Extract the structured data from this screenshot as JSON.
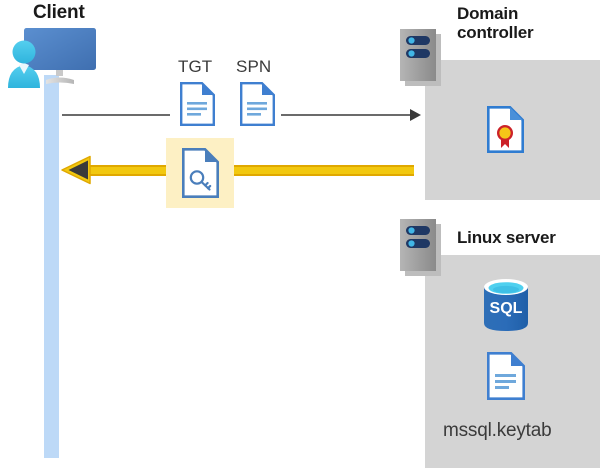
{
  "diagram": {
    "title": "Kerberos authentication flow: client, domain controller, Linux server",
    "background": "#ffffff"
  },
  "colors": {
    "panel_gray": "#d4d4d4",
    "lifeline_blue": "#bdd9f7",
    "highlight_yellow": "#fdf0c4",
    "arrow_yellow": "#f2c80f",
    "arrow_yellow_edge": "#e0a800",
    "arrow_gray": "#6b6b6b",
    "doc_blue": "#3f7fd0",
    "server_gray": "#9e9e9e",
    "server_dark_blue": "#1f3864",
    "server_light_blue": "#41b6e6",
    "sql_blue": "#2b6cb8",
    "person_cyan": "#3fc3e8",
    "monitor_blue": "#4a7ebb",
    "cert_gold": "#f5c518",
    "cert_red": "#cc2229",
    "text_dark": "#1a1a1a",
    "text_gray": "#3b3b3b"
  },
  "actors": {
    "client": {
      "label": "Client",
      "icon": "user-at-computer-icon"
    },
    "domain_controller": {
      "label": "Domain\ncontroller",
      "label_line1": "Domain",
      "label_line2": "controller",
      "icon": "server-rack-icon",
      "contents": [
        {
          "name": "certificate-document-icon",
          "label": ""
        }
      ]
    },
    "linux_server": {
      "label": "Linux server",
      "icon": "server-rack-icon",
      "contents": [
        {
          "name": "sql-database-icon",
          "label": "SQL"
        },
        {
          "name": "keytab-document-icon",
          "label": "mssql.keytab"
        }
      ]
    }
  },
  "messages": [
    {
      "id": "request",
      "direction": "client-to-domain-controller",
      "style": "thin-gray-arrow",
      "artifacts": [
        {
          "name": "tgt-document-icon",
          "label": "TGT"
        },
        {
          "name": "spn-document-icon",
          "label": "SPN"
        }
      ]
    },
    {
      "id": "response",
      "direction": "domain-controller-to-client",
      "style": "thick-yellow-arrow",
      "highlighted": true,
      "artifacts": [
        {
          "name": "ticket-key-document-icon",
          "label": ""
        }
      ]
    }
  ],
  "labels": {
    "client": "Client",
    "domain_controller_line1": "Domain",
    "domain_controller_line2": "controller",
    "linux_server": "Linux server",
    "tgt": "TGT",
    "spn": "SPN",
    "sql": "SQL",
    "keytab": "mssql.keytab"
  }
}
